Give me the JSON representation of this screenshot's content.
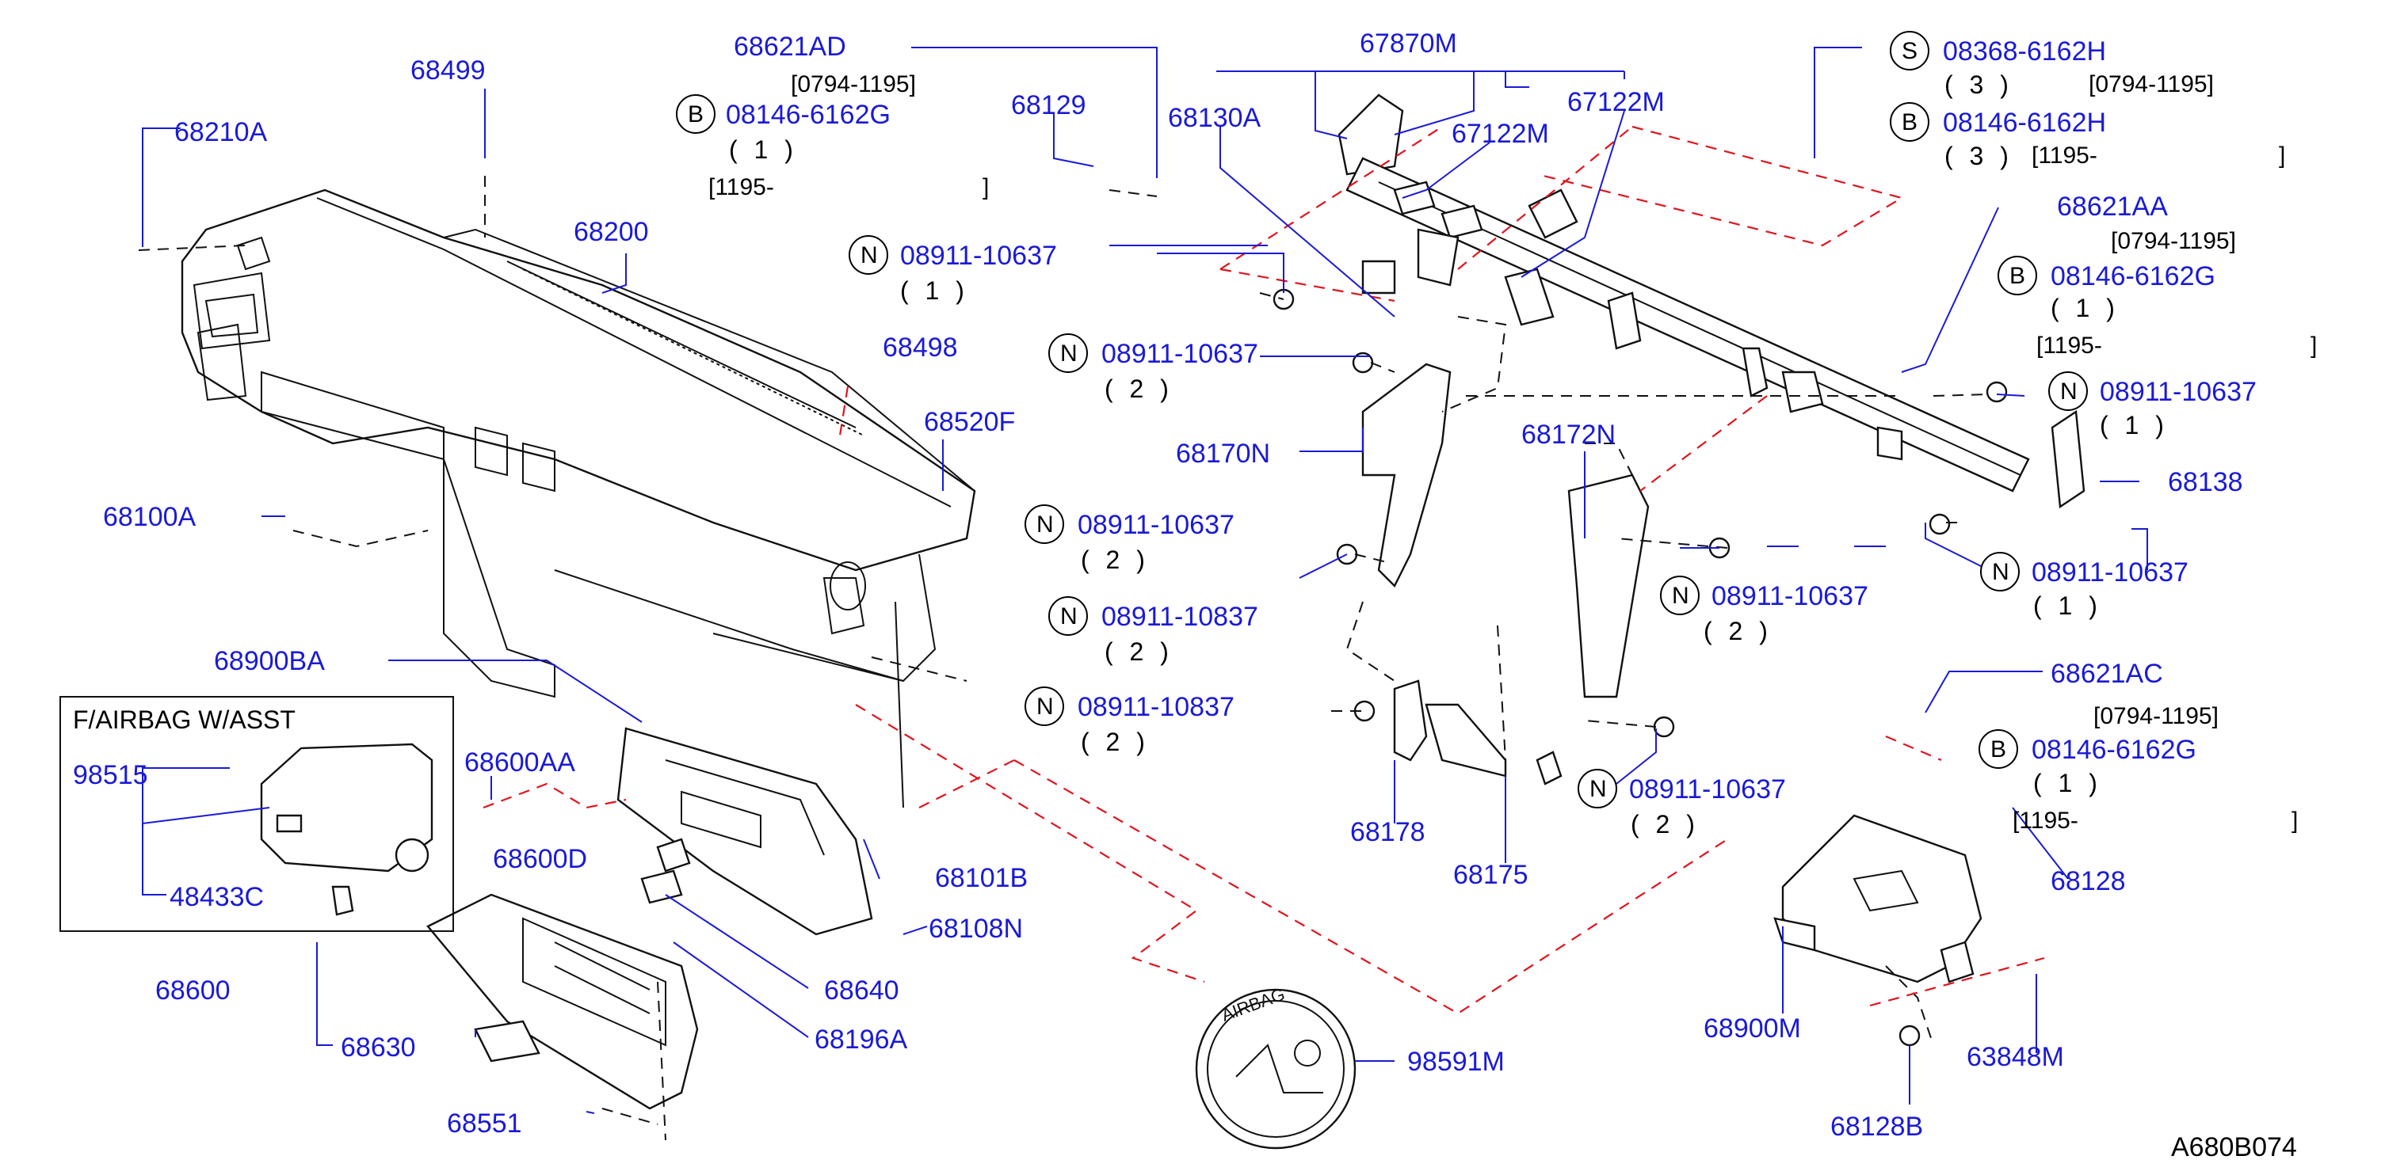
{
  "diagram": {
    "code": "A680B074",
    "inset_title": "F/AIRBAG   W/ASST",
    "parts": {
      "p68621AD": "68621AD",
      "p68499": "68499",
      "p68210A": "68210A",
      "p68129": "68129",
      "p68130A": "68130A",
      "p67870M": "67870M",
      "p67122M_a": "67122M",
      "p67122M_b": "67122M",
      "p68200": "68200",
      "p68498": "68498",
      "p68520F": "68520F",
      "p68100A": "68100A",
      "p68170N": "68170N",
      "p68172N": "68172N",
      "p68621AA": "68621AA",
      "p68138": "68138",
      "p68900BA": "68900BA",
      "p98515": "98515",
      "p48433C": "48433C",
      "p68600AA": "68600AA",
      "p68600D": "68600D",
      "p68101B": "68101B",
      "p68108N": "68108N",
      "p68640": "68640",
      "p68600": "68600",
      "p68630": "68630",
      "p68196A": "68196A",
      "p68551": "68551",
      "p98591M": "98591M",
      "p68178": "68178",
      "p68175": "68175",
      "p68621AC": "68621AC",
      "p68128": "68128",
      "p68900M": "68900M",
      "p63848M": "63848M",
      "p68128B": "68128B"
    },
    "fasteners": {
      "b_left_num": "08146-6162G",
      "b_left_prefix": "B",
      "b_left_qty": "( 1 )",
      "b_left_date_a": "[0794-1195]",
      "b_left_date_b": "[1195-",
      "b_left_date_b_end": "]",
      "s_top_prefix": "S",
      "s_top_num": "08368-6162H",
      "s_top_qty": "( 3 )",
      "s_top_date": "[0794-1195]",
      "b_top_prefix": "B",
      "b_top_num": "08146-6162H",
      "b_top_qty": "( 3 )",
      "b_top_date": "[1195-",
      "b_top_date_end": "]",
      "n1_prefix": "N",
      "n1_num": "08911-10637",
      "n1_qty": "( 1 )",
      "n2_prefix": "N",
      "n2_num": "08911-10637",
      "n2_qty": "( 2 )",
      "n3_prefix": "N",
      "n3_num": "08911-10637",
      "n3_qty": "( 2 )",
      "n4_prefix": "N",
      "n4_num": "08911-10837",
      "n4_qty": "( 2 )",
      "n5_prefix": "N",
      "n5_num": "08911-10837",
      "n5_qty": "( 2 )",
      "b_aa_prefix": "B",
      "b_aa_num": "08146-6162G",
      "b_aa_qty": "( 1 )",
      "b_aa_date_a": "[0794-1195]",
      "b_aa_date_b": "[1195-",
      "b_aa_date_b_end": "]",
      "n6_prefix": "N",
      "n6_num": "08911-10637",
      "n6_qty": "( 1 )",
      "n7_prefix": "N",
      "n7_num": "08911-10637",
      "n7_qty": "( 1 )",
      "n8_prefix": "N",
      "n8_num": "08911-10637",
      "n8_qty": "( 2 )",
      "n9_prefix": "N",
      "n9_num": "08911-10637",
      "n9_qty": "( 2 )",
      "b_ac_prefix": "B",
      "b_ac_num": "08146-6162G",
      "b_ac_qty": "( 1 )",
      "b_ac_date_a": "[0794-1195]",
      "b_ac_date_b": "[1195-",
      "b_ac_date_b_end": "]"
    }
  }
}
